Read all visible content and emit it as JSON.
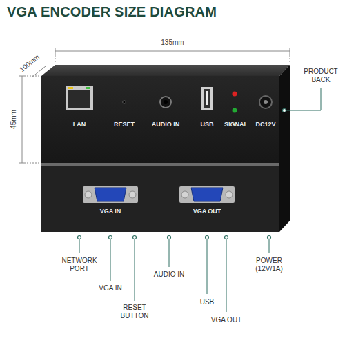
{
  "diagram": {
    "title": "VGA ENCODER SIZE DIAGRAM",
    "labels": [
      "100mm",
      "135mm",
      "45mm",
      "PRODUCT BACK",
      "LAN",
      "RESET",
      "AUDIO IN",
      "USB",
      "SIGNAL",
      "DC12V",
      "VGA IN",
      "VGA OUT",
      "NETWORK PORT",
      "VGA IN",
      "RESET BUTTON",
      "AUDIO IN",
      "USB",
      "POWER (12V/1A)",
      "VGA OUT"
    ]
  }
}
